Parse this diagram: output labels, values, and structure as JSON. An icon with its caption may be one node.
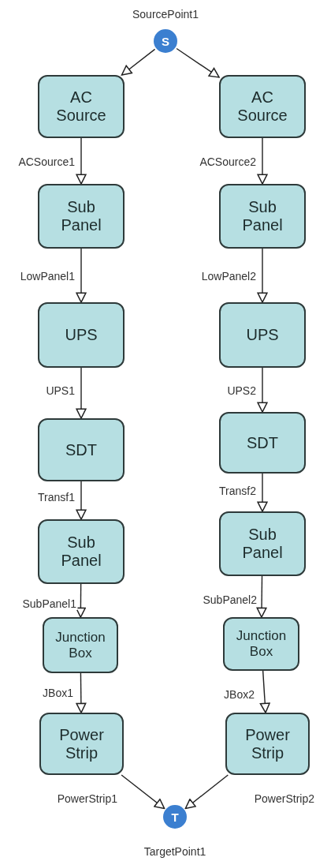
{
  "diagram": {
    "nodes": [
      {
        "text": [
          "S"
        ],
        "beside": [
          "SourcePoint1"
        ]
      },
      {
        "text": [
          "AC Source"
        ]
      },
      {
        "text": [
          "AC Source"
        ]
      },
      {
        "text": [
          "Sub Panel"
        ]
      },
      {
        "text": [
          "Sub Panel"
        ]
      },
      {
        "text": [
          "UPS"
        ]
      },
      {
        "text": [
          "UPS"
        ]
      },
      {
        "text": [
          "SDT"
        ]
      },
      {
        "text": [
          "SDT"
        ]
      },
      {
        "text": [
          "Sub Panel"
        ]
      },
      {
        "text": [
          "Sub Panel"
        ]
      },
      {
        "text": [
          "Junction Box"
        ]
      },
      {
        "text": [
          "Junction Box"
        ]
      },
      {
        "text": [
          "Power Strip"
        ]
      },
      {
        "text": [
          "Power Strip"
        ]
      },
      {
        "text": [
          "T"
        ],
        "beside": [
          "TargetPoint1"
        ]
      }
    ],
    "edges": [
      {
        "from": 0,
        "to": 1,
        "arrow": "to"
      },
      {
        "from": 0,
        "to": 2,
        "arrow": "to"
      },
      {
        "from": 1,
        "to": 3,
        "arrow": "to",
        "label": "ACSource1"
      },
      {
        "from": 2,
        "to": 4,
        "arrow": "to",
        "label": "ACSource2"
      },
      {
        "from": 3,
        "to": 5,
        "arrow": "to",
        "label": "LowPanel1"
      },
      {
        "from": 4,
        "to": 6,
        "arrow": "to",
        "label": "LowPanel2"
      },
      {
        "from": 5,
        "to": 7,
        "arrow": "to",
        "label": "UPS1"
      },
      {
        "from": 6,
        "to": 8,
        "arrow": "to",
        "label": "UPS2"
      },
      {
        "from": 7,
        "to": 9,
        "arrow": "to",
        "label": "Transf1"
      },
      {
        "from": 8,
        "to": 10,
        "arrow": "to",
        "label": "Transf2"
      },
      {
        "from": 9,
        "to": 11,
        "arrow": "to",
        "label": "SubPanel1"
      },
      {
        "from": 10,
        "to": 12,
        "arrow": "to",
        "label": "SubPanel2"
      },
      {
        "from": 11,
        "to": 13,
        "arrow": "to",
        "label": "JBox1"
      },
      {
        "from": 12,
        "to": 14,
        "arrow": "to",
        "label": "JBox2"
      },
      {
        "from": 13,
        "to": 15,
        "arrow": "to",
        "label": "PowerStrip1"
      },
      {
        "from": 14,
        "to": 15,
        "arrow": "to",
        "label": "PowerStrip2"
      }
    ]
  }
}
